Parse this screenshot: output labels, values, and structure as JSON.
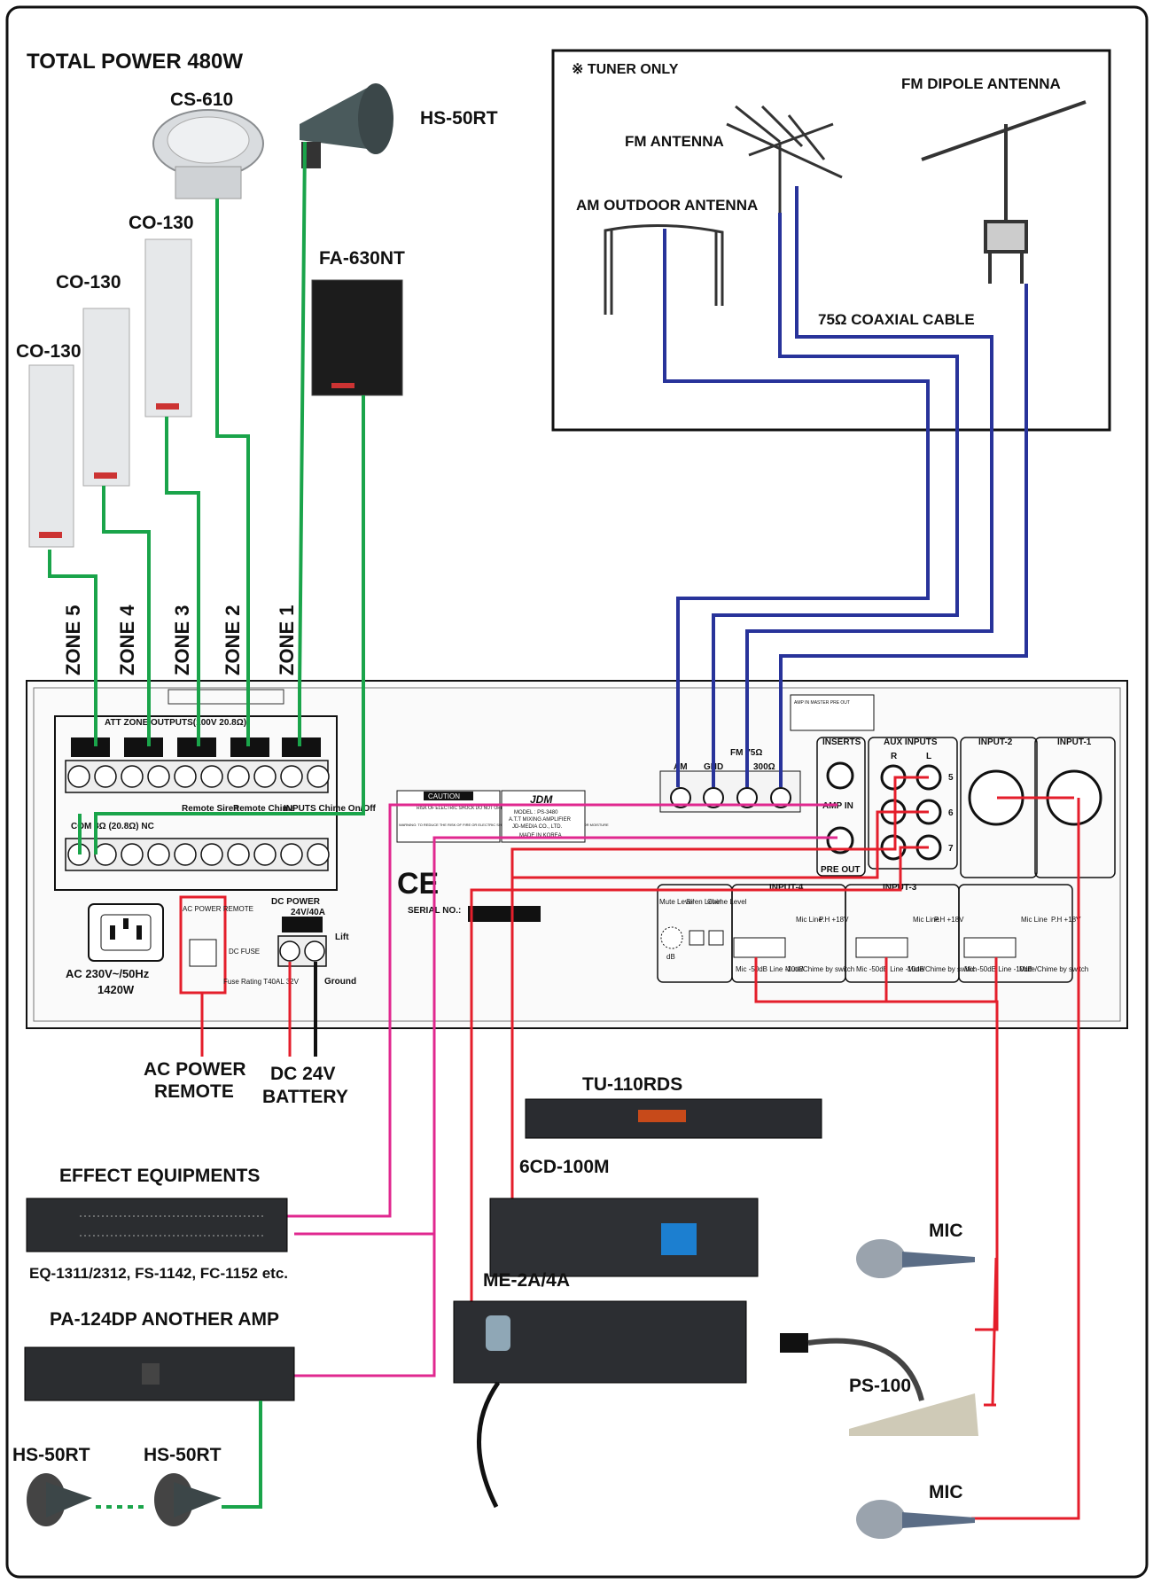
{
  "title": "TOTAL POWER 480W",
  "speakers": {
    "cs610": "CS-610",
    "hs50rt": "HS-50RT",
    "fa630nt": "FA-630NT",
    "co130_a": "CO-130",
    "co130_b": "CO-130",
    "co130_c": "CO-130"
  },
  "zones": [
    "ZONE 5",
    "ZONE 4",
    "ZONE 3",
    "ZONE 2",
    "ZONE 1"
  ],
  "tuner_box": {
    "note": "※ TUNER ONLY",
    "fm_antenna": "FM ANTENNA",
    "fm_dipole": "FM DIPOLE ANTENNA",
    "am_outdoor": "AM OUTDOOR ANTENNA",
    "coax": "75Ω COAXIAL CABLE"
  },
  "panel": {
    "att_zone_outputs": "ATT ZONE OUTPUTS(100V 20.8Ω)",
    "com_label": "COM  8Ω (20.8Ω)  NC",
    "remote_siren": "Remote Siren",
    "remote_chime": "Remote Chime",
    "inputs_chime": "INPUTS Chime On/Off",
    "caution": "CAUTION",
    "risk": "RISK OF ELECTRIC SHOCK DO NOT OPEN",
    "warning": "WARNING: TO REDUCE THE RISK OF FIRE OR ELECTRIC SHOCK DON'T EXPOSE THIS EQUIPMENT TO RAIN OR MOISTURE",
    "model_line1": "MODEL : PS-3480",
    "model_line2": "A.T.T MIXING AMPLIFIER",
    "model_line3": "JD-MEDIA CO., LTD.",
    "model_line4": "MADE IN KOREA",
    "brand": "JDM",
    "ce": "CE",
    "serial": "SERIAL NO.:",
    "ac_power_remote": "AC POWER REMOTE",
    "dc_fuse": "DC FUSE",
    "fuse_rating": "Fuse Rating T40AL 32V",
    "ac_spec1": "AC 230V~/50Hz",
    "ac_spec2": "1420W",
    "dc_power1": "DC  POWER",
    "dc_power2": "24V/40A",
    "lift": "Lift",
    "ground": "Ground",
    "am": "AM",
    "gnd": "GND",
    "fm75": "FM 75Ω",
    "ohm300": "300Ω",
    "inserts": "INSERTS",
    "amp_in": "AMP IN",
    "pre_out": "PRE OUT",
    "aux_inputs": "AUX INPUTS",
    "r": "R",
    "l": "L",
    "n5": "5",
    "n6": "6",
    "n7": "7",
    "input2": "INPUT-2",
    "input1": "INPUT-1",
    "input4": "INPUT-4",
    "input3": "INPUT-3",
    "mute_level": "Mute Level",
    "siren_level": "Siren Level",
    "chime_level": "Chime Level",
    "mic_line": "Mic Line",
    "ph": "P.H +18V",
    "mic_db": "Mic -50dB Line -10dB",
    "mute_chime": "Mute/Chime by switch",
    "db": "dB",
    "amp_in_master": "AMP IN   MASTER   PRE OUT"
  },
  "power_labels": {
    "ac_remote_1": "AC POWER",
    "ac_remote_2": "REMOTE",
    "dc_battery_1": "DC 24V",
    "dc_battery_2": "BATTERY"
  },
  "devices": {
    "tu110": "TU-110RDS",
    "cd100": "6CD-100M",
    "me2a": "ME-2A/4A",
    "effect": "EFFECT EQUIPMENTS",
    "effect_models": "EQ-1311/2312, FS-1142, FC-1152 etc.",
    "pa124": "PA-124DP ANOTHER AMP",
    "hs50_left": "HS-50RT",
    "hs50_right": "HS-50RT",
    "mic_top": "MIC",
    "mic_bottom": "MIC",
    "ps100": "PS-100"
  },
  "colors": {
    "speaker_wire": "#1aa44a",
    "antenna_wire": "#28339a",
    "input_wire": "#e41e2b",
    "insert_wire": "#e0288f",
    "outline": "#111111"
  }
}
